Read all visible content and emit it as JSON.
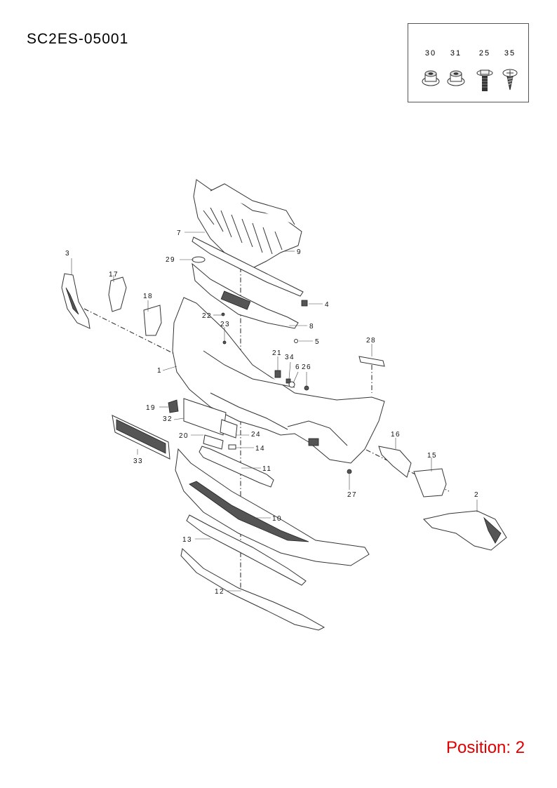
{
  "header": {
    "diagram_code": "SC2ES-05001"
  },
  "fasteners": [
    {
      "ref": "30",
      "icon": "flange-nut-icon"
    },
    {
      "ref": "31",
      "icon": "flange-nut-icon"
    },
    {
      "ref": "25",
      "icon": "flange-bolt-icon"
    },
    {
      "ref": "35",
      "icon": "tapping-screw-icon"
    }
  ],
  "callouts": [
    "1",
    "2",
    "3",
    "4",
    "5",
    "6",
    "7",
    "8",
    "9",
    "10",
    "11",
    "12",
    "13",
    "14",
    "15",
    "16",
    "17",
    "18",
    "19",
    "20",
    "21",
    "22",
    "23",
    "24",
    "26",
    "27",
    "28",
    "29",
    "32",
    "33",
    "34"
  ],
  "footer": {
    "position": "Position: 2"
  },
  "colors": {
    "lines": "#333333",
    "position_text": "#e00000"
  }
}
